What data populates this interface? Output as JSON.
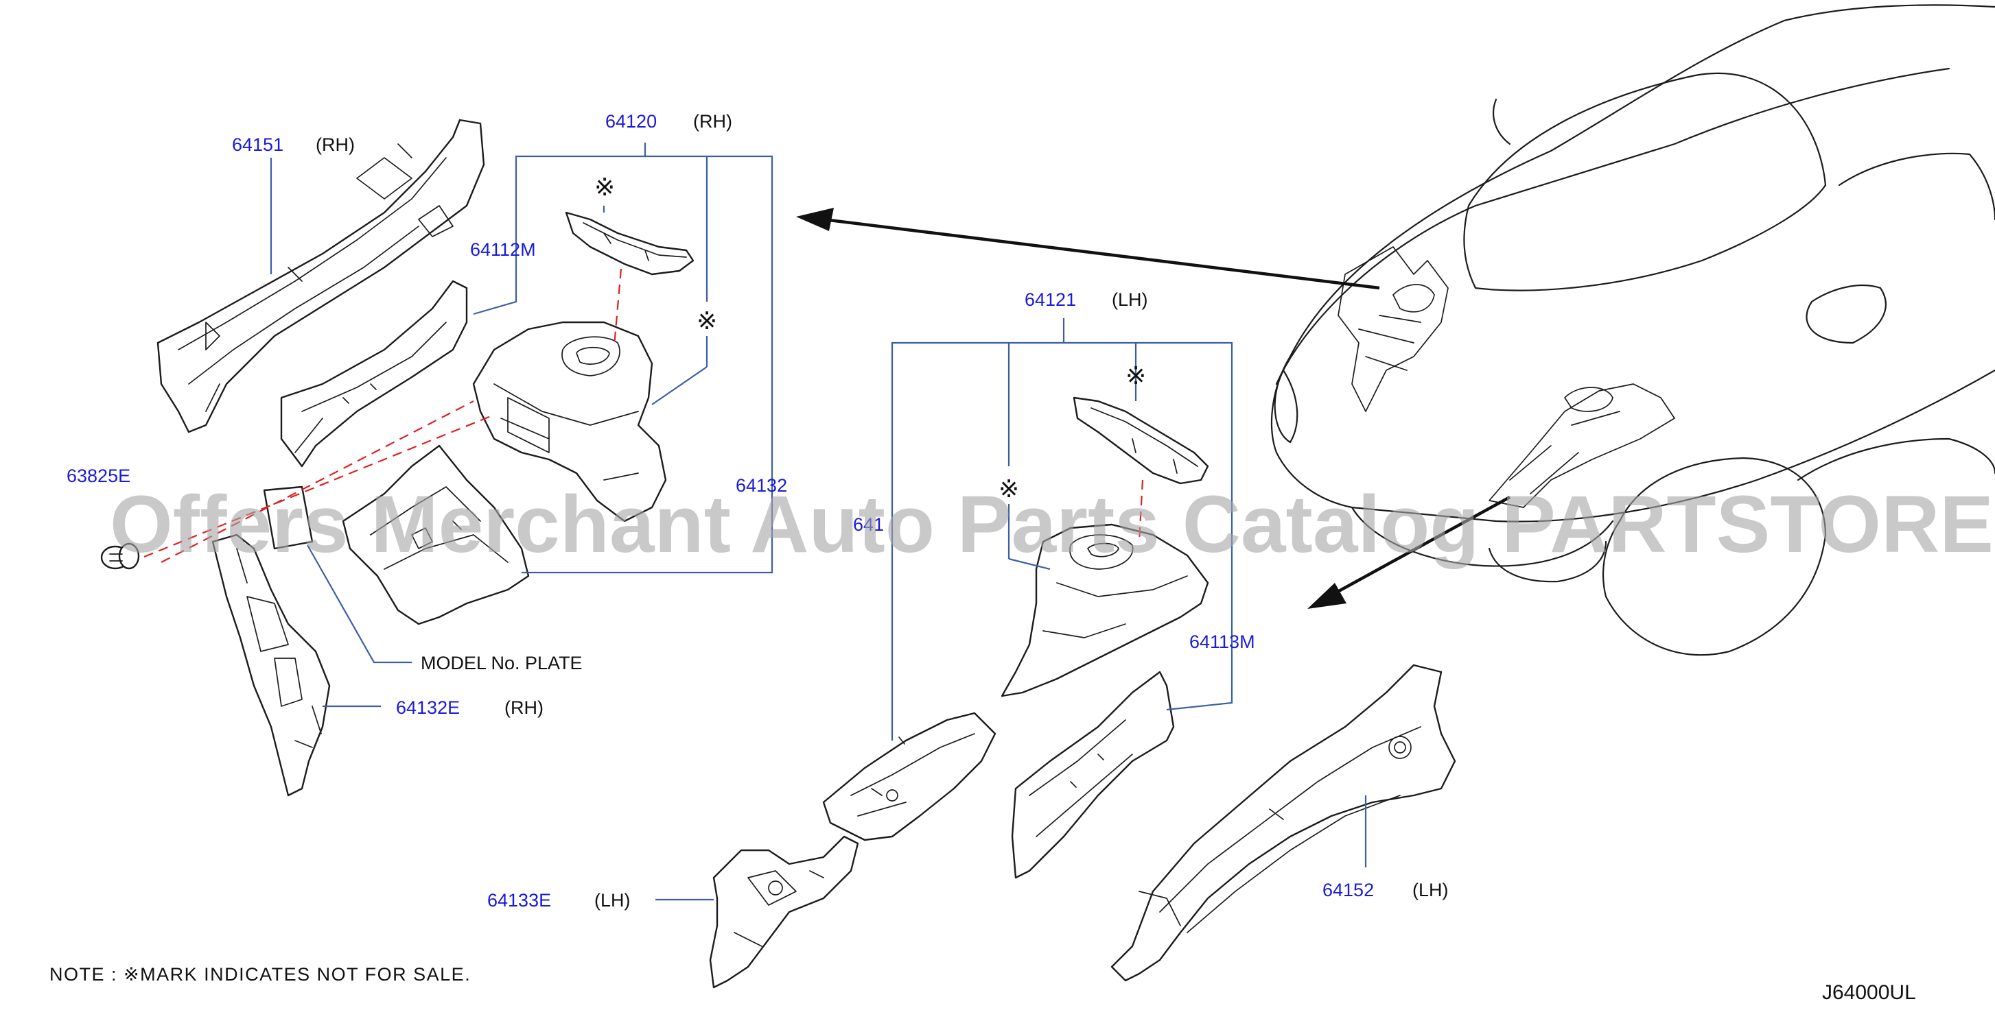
{
  "labels": {
    "p64151": "64151",
    "p64151_side": "(RH)",
    "p64120": "64120",
    "p64120_side": "(RH)",
    "p64112m": "64112M",
    "p63825e": "63825E",
    "p64132": "64132",
    "model_plate": "MODEL   No.   PLATE",
    "p64132e": "64132E",
    "p64132e_side": "(RH)",
    "p64121": "64121",
    "p64121_side": "(LH)",
    "p64133_partial": "641",
    "p64113m": "64113M",
    "p64133e": "64133E",
    "p64133e_side": "(LH)",
    "p64152": "64152",
    "p64152_side": "(LH)"
  },
  "symbols": {
    "not_for_sale": "※"
  },
  "note": "NOTE : ※MARK   INDICATES   NOT   FOR   SALE.",
  "diagram_code": "J64000UL",
  "watermark": "Offers Merchant Auto Parts Catalog PARTSTORE.SA"
}
